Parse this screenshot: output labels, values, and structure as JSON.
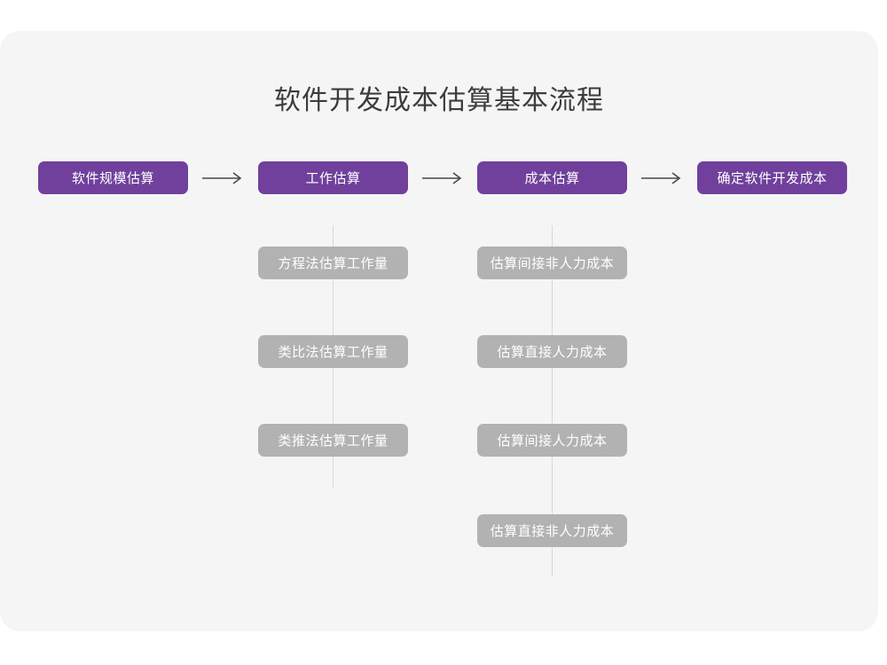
{
  "card": {
    "background_color": "#f5f5f5",
    "page_background_color": "#ffffff"
  },
  "title": "软件开发成本估算基本流程",
  "colors": {
    "primary": "#70409c",
    "secondary": "#b2b2b2",
    "title_text": "#3c3c3c",
    "node_text": "#ffffff",
    "connector": "#d8d8d8",
    "arrow": "#4a4a4a"
  },
  "flow": {
    "arrow_glyph": "→",
    "arrows": [
      {
        "name": "arrow-1",
        "from": "软件规模估算",
        "to": "工作估算"
      },
      {
        "name": "arrow-2",
        "from": "工作估算",
        "to": "成本估算"
      },
      {
        "name": "arrow-3",
        "from": "成本估算",
        "to": "确定软件开发成本"
      }
    ],
    "columns": [
      {
        "id": "column-1",
        "main": "软件规模估算",
        "children": []
      },
      {
        "id": "column-2",
        "main": "工作估算",
        "children": [
          "方程法估算工作量",
          "类比法估算工作量",
          "类推法估算工作量"
        ]
      },
      {
        "id": "column-3",
        "main": "成本估算",
        "children": [
          "估算间接非人力成本",
          "估算直接人力成本",
          "估算间接人力成本",
          "估算直接非人力成本"
        ]
      },
      {
        "id": "column-4",
        "main": "确定软件开发成本",
        "children": []
      }
    ]
  }
}
